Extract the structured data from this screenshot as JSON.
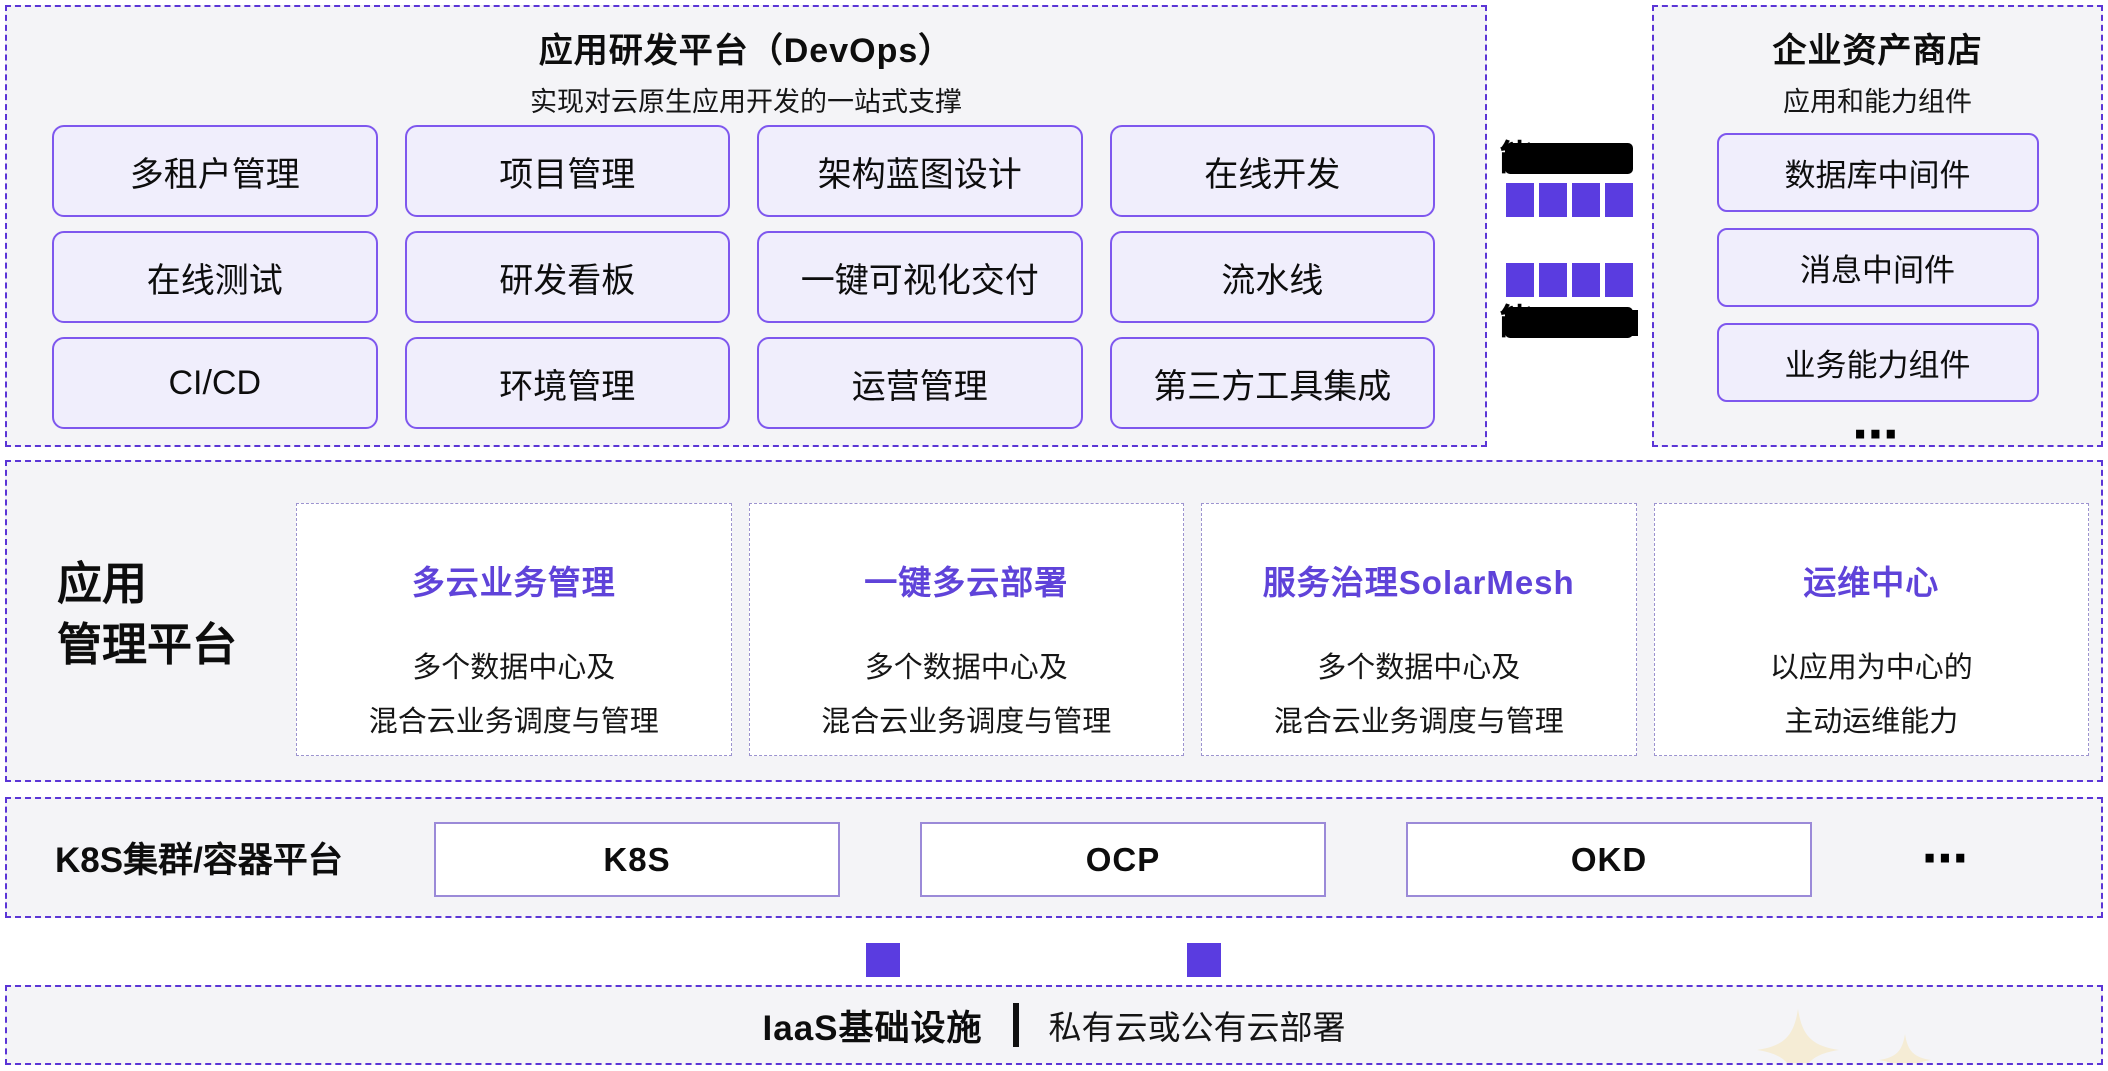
{
  "devops": {
    "title": "应用研发平台（DevOps）",
    "subtitle": "实现对云原生应用开发的一站式支撑",
    "items": [
      "多租户管理",
      "项目管理",
      "架构蓝图设计",
      "在线开发",
      "在线测试",
      "研发看板",
      "一键可视化交付",
      "流水线",
      "CI/CD",
      "环境管理",
      "运营管理",
      "第三方工具集成"
    ]
  },
  "bridge": {
    "top_bar_visible_char": "能",
    "bottom_bar_visible_char": "能"
  },
  "asset_store": {
    "title": "企业资产商店",
    "subtitle": "应用和能力组件",
    "items": [
      "数据库中间件",
      "消息中间件",
      "业务能力组件"
    ],
    "more": "⋯"
  },
  "app_mgmt": {
    "label_line1": "应用",
    "label_line2": "管理平台",
    "cards": [
      {
        "title": "多云业务管理",
        "desc_line1": "多个数据中心及",
        "desc_line2": "混合云业务调度与管理"
      },
      {
        "title": "一键多云部署",
        "desc_line1": "多个数据中心及",
        "desc_line2": "混合云业务调度与管理"
      },
      {
        "title": "服务治理SolarMesh",
        "desc_line1": "多个数据中心及",
        "desc_line2": "混合云业务调度与管理"
      },
      {
        "title": "运维中心",
        "desc_line1": "以应用为中心的",
        "desc_line2": "主动运维能力"
      }
    ]
  },
  "k8s": {
    "label": "K8S集群/容器平台",
    "items": [
      "K8S",
      "OCP",
      "OKD"
    ],
    "more": "⋯"
  },
  "iaas": {
    "label_bold": "IaaS基础设施",
    "label_regular": "私有云或公有云部署"
  },
  "colors": {
    "border_dashed": "#5b35d6",
    "tile_border": "#7e57ee",
    "tile_bg": "#f0eefc",
    "section_bg": "#f4f4f7",
    "accent_square": "#5a3ce0",
    "card_title": "#5f43d9",
    "card_border": "#9c93cf",
    "k8s_box_border": "#9b8ad8",
    "sparkle": "#f5ecd5"
  }
}
